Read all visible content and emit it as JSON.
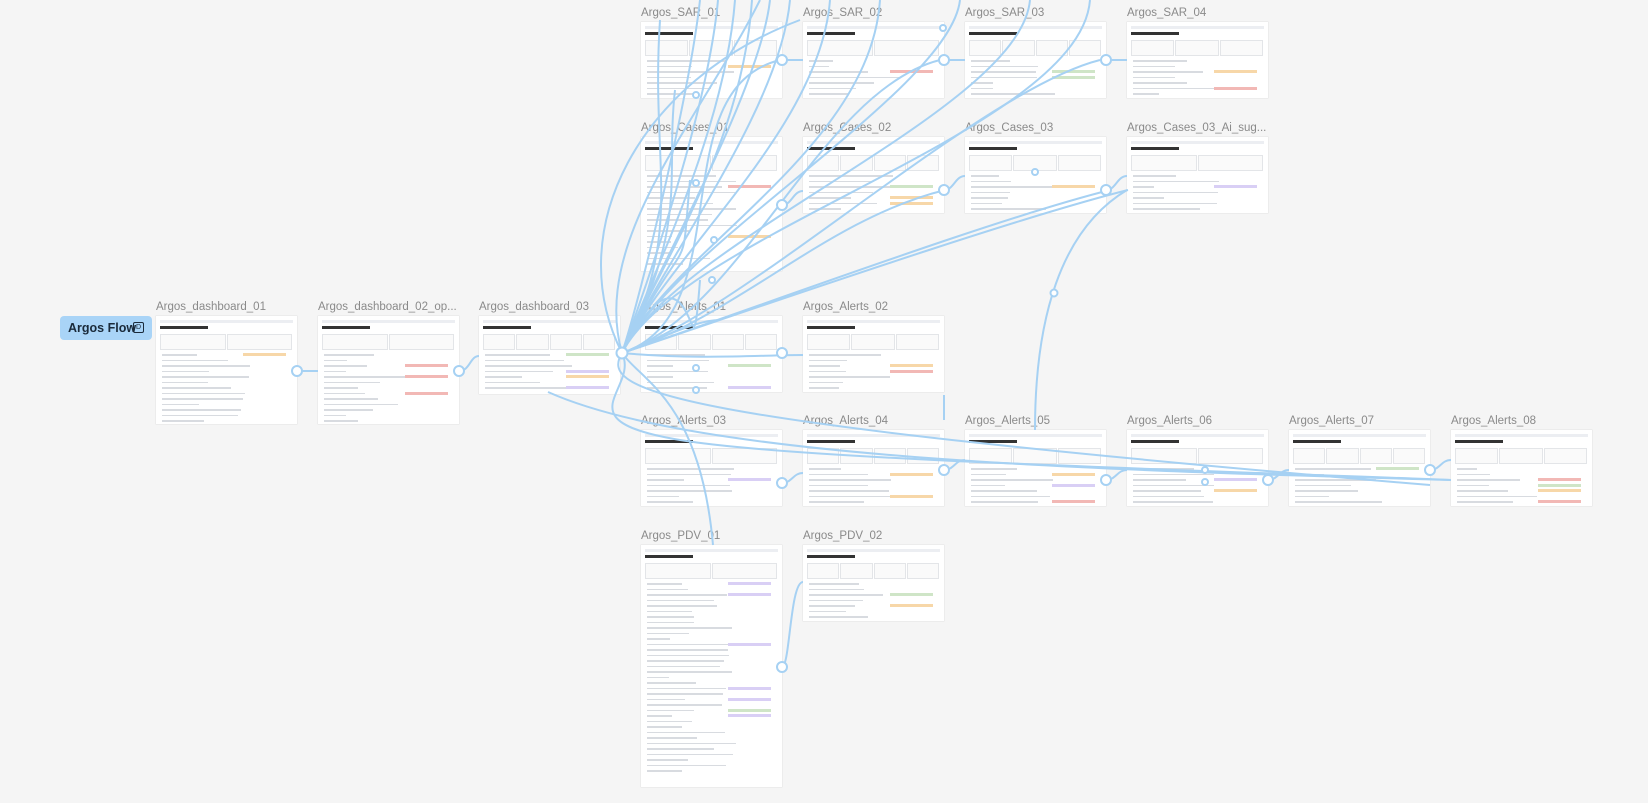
{
  "flow": {
    "name": "Argos Flow",
    "icon": "flow-start-icon"
  },
  "colors": {
    "connector": "#a6d1f3",
    "canvas": "#f5f5f5",
    "frame": "#ffffff"
  },
  "frames": [
    {
      "id": "d1",
      "label": "Argos_dashboard_01"
    },
    {
      "id": "d2",
      "label": "Argos_dashboard_02_op..."
    },
    {
      "id": "d3",
      "label": "Argos_dashboard_03"
    },
    {
      "id": "s1",
      "label": "Argos_SAR_01"
    },
    {
      "id": "s2",
      "label": "Argos_SAR_02"
    },
    {
      "id": "s3",
      "label": "Argos_SAR_03"
    },
    {
      "id": "s4",
      "label": "Argos_SAR_04"
    },
    {
      "id": "c1",
      "label": "Argos_Cases_01"
    },
    {
      "id": "c2",
      "label": "Argos_Cases_02"
    },
    {
      "id": "c3",
      "label": "Argos_Cases_03"
    },
    {
      "id": "c4",
      "label": "Argos_Cases_03_Ai_sug..."
    },
    {
      "id": "a1",
      "label": "Argos_Alerts_01"
    },
    {
      "id": "a2",
      "label": "Argos_Alerts_02"
    },
    {
      "id": "a3",
      "label": "Argos_Alerts_03"
    },
    {
      "id": "a4",
      "label": "Argos_Alerts_04"
    },
    {
      "id": "a5",
      "label": "Argos_Alerts_05"
    },
    {
      "id": "a6",
      "label": "Argos_Alerts_06"
    },
    {
      "id": "a7",
      "label": "Argos_Alerts_07"
    },
    {
      "id": "a8",
      "label": "Argos_Alerts_08"
    },
    {
      "id": "p1",
      "label": "Argos_PDV_01"
    },
    {
      "id": "p2",
      "label": "Argos_PDV_02"
    }
  ]
}
